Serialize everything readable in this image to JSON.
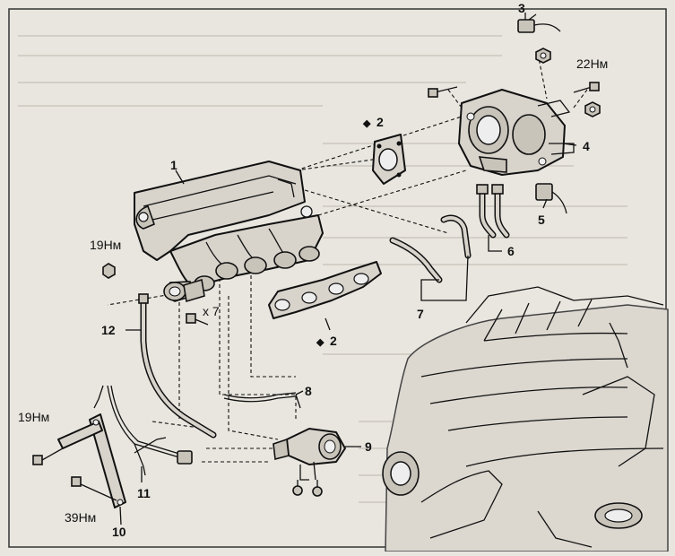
{
  "callouts": {
    "c1": "1",
    "c2a": "2",
    "c2b": "2",
    "c3": "3",
    "c4": "4",
    "c5": "5",
    "c6": "6",
    "c7": "7",
    "c8": "8",
    "c9": "9",
    "c10": "10",
    "c11": "11",
    "c12": "12",
    "qty": "x 7"
  },
  "torques": {
    "t_throttle": "22Нм",
    "t_manifold": "19Нм",
    "t_bracket": "19Нм",
    "t_bracket_low": "39Нм"
  },
  "symbols": {
    "replace_marker": "◆"
  }
}
